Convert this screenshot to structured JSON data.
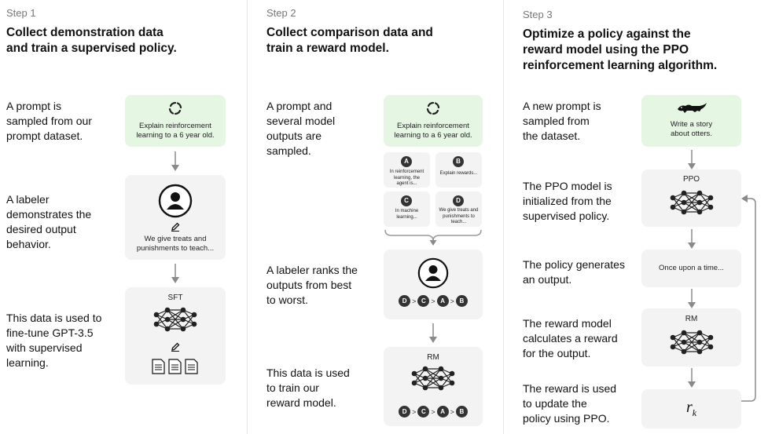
{
  "step1": {
    "step": "Step 1",
    "title": "Collect demonstration data\nand train a supervised policy.",
    "desc1": "A prompt is\nsampled from our\nprompt dataset.",
    "desc2": "A labeler\ndemonstrates the\ndesired output\nbehavior.",
    "desc3": "This data is used to\nfine-tune GPT-3.5\nwith supervised\nlearning.",
    "prompt_text": "Explain reinforcement\nlearning to a 6 year old.",
    "demo_text": "We give treats and\npunishments to teach...",
    "model_label": "SFT"
  },
  "step2": {
    "step": "Step 2",
    "title": "Collect comparison data and\ntrain a reward model.",
    "desc1": "A prompt and\nseveral model\noutputs are\nsampled.",
    "desc2": "A labeler ranks the\noutputs from best\nto worst.",
    "desc3": "This data is used\nto train our\nreward model.",
    "prompt_text": "Explain reinforcement\nlearning to a 6 year old.",
    "outputs": [
      {
        "letter": "A",
        "text": "In reinforcement\nlearning, the\nagent is..."
      },
      {
        "letter": "B",
        "text": "Explain rewards..."
      },
      {
        "letter": "C",
        "text": "In machine\nlearning..."
      },
      {
        "letter": "D",
        "text": "We give treats and\npunishments to\nteach..."
      }
    ],
    "ranking": [
      "D",
      "C",
      "A",
      "B"
    ],
    "rank_sep": ">",
    "model_label": "RM"
  },
  "step3": {
    "step": "Step 3",
    "title": "Optimize a policy against the\nreward model using the PPO\nreinforcement learning algorithm.",
    "desc1": "A new prompt is\nsampled from\nthe dataset.",
    "desc2": "The PPO model is\ninitialized from the\nsupervised policy.",
    "desc3": "The policy generates\nan output.",
    "desc4": "The reward model\ncalculates a reward\nfor the output.",
    "desc5": "The reward is used\nto update the\npolicy using PPO.",
    "prompt_text": "Write a story\nabout otters.",
    "ppo_label": "PPO",
    "output_text": "Once upon a time...",
    "rm_label": "RM",
    "reward_symbol": "r",
    "reward_sub": "k"
  },
  "colors": {
    "green_box": "#e5f7e3",
    "gray_box": "#f3f3f3",
    "arrow": "#8a8a8a",
    "node": "#222222"
  },
  "icons": [
    "cycle-icon",
    "person-icon",
    "pencil-icon",
    "document-icon",
    "neural-network-icon",
    "otter-icon",
    "arrow-down-icon",
    "brace-icon",
    "loop-arrow-icon"
  ]
}
